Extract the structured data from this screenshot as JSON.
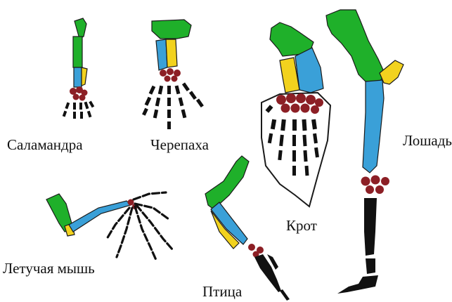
{
  "colors": {
    "humerus": "#1fb02a",
    "radius": "#3aa0d8",
    "ulna": "#f2d21e",
    "carpals": "#8c1f25",
    "digits": "#111111",
    "outline": "#1a1a1a",
    "background": "#ffffff"
  },
  "labels": {
    "salamander": "Саламандра",
    "turtle": "Черепаха",
    "mole": "Крот",
    "horse": "Лошадь",
    "bat": "Летучая мышь",
    "bird": "Птица"
  }
}
